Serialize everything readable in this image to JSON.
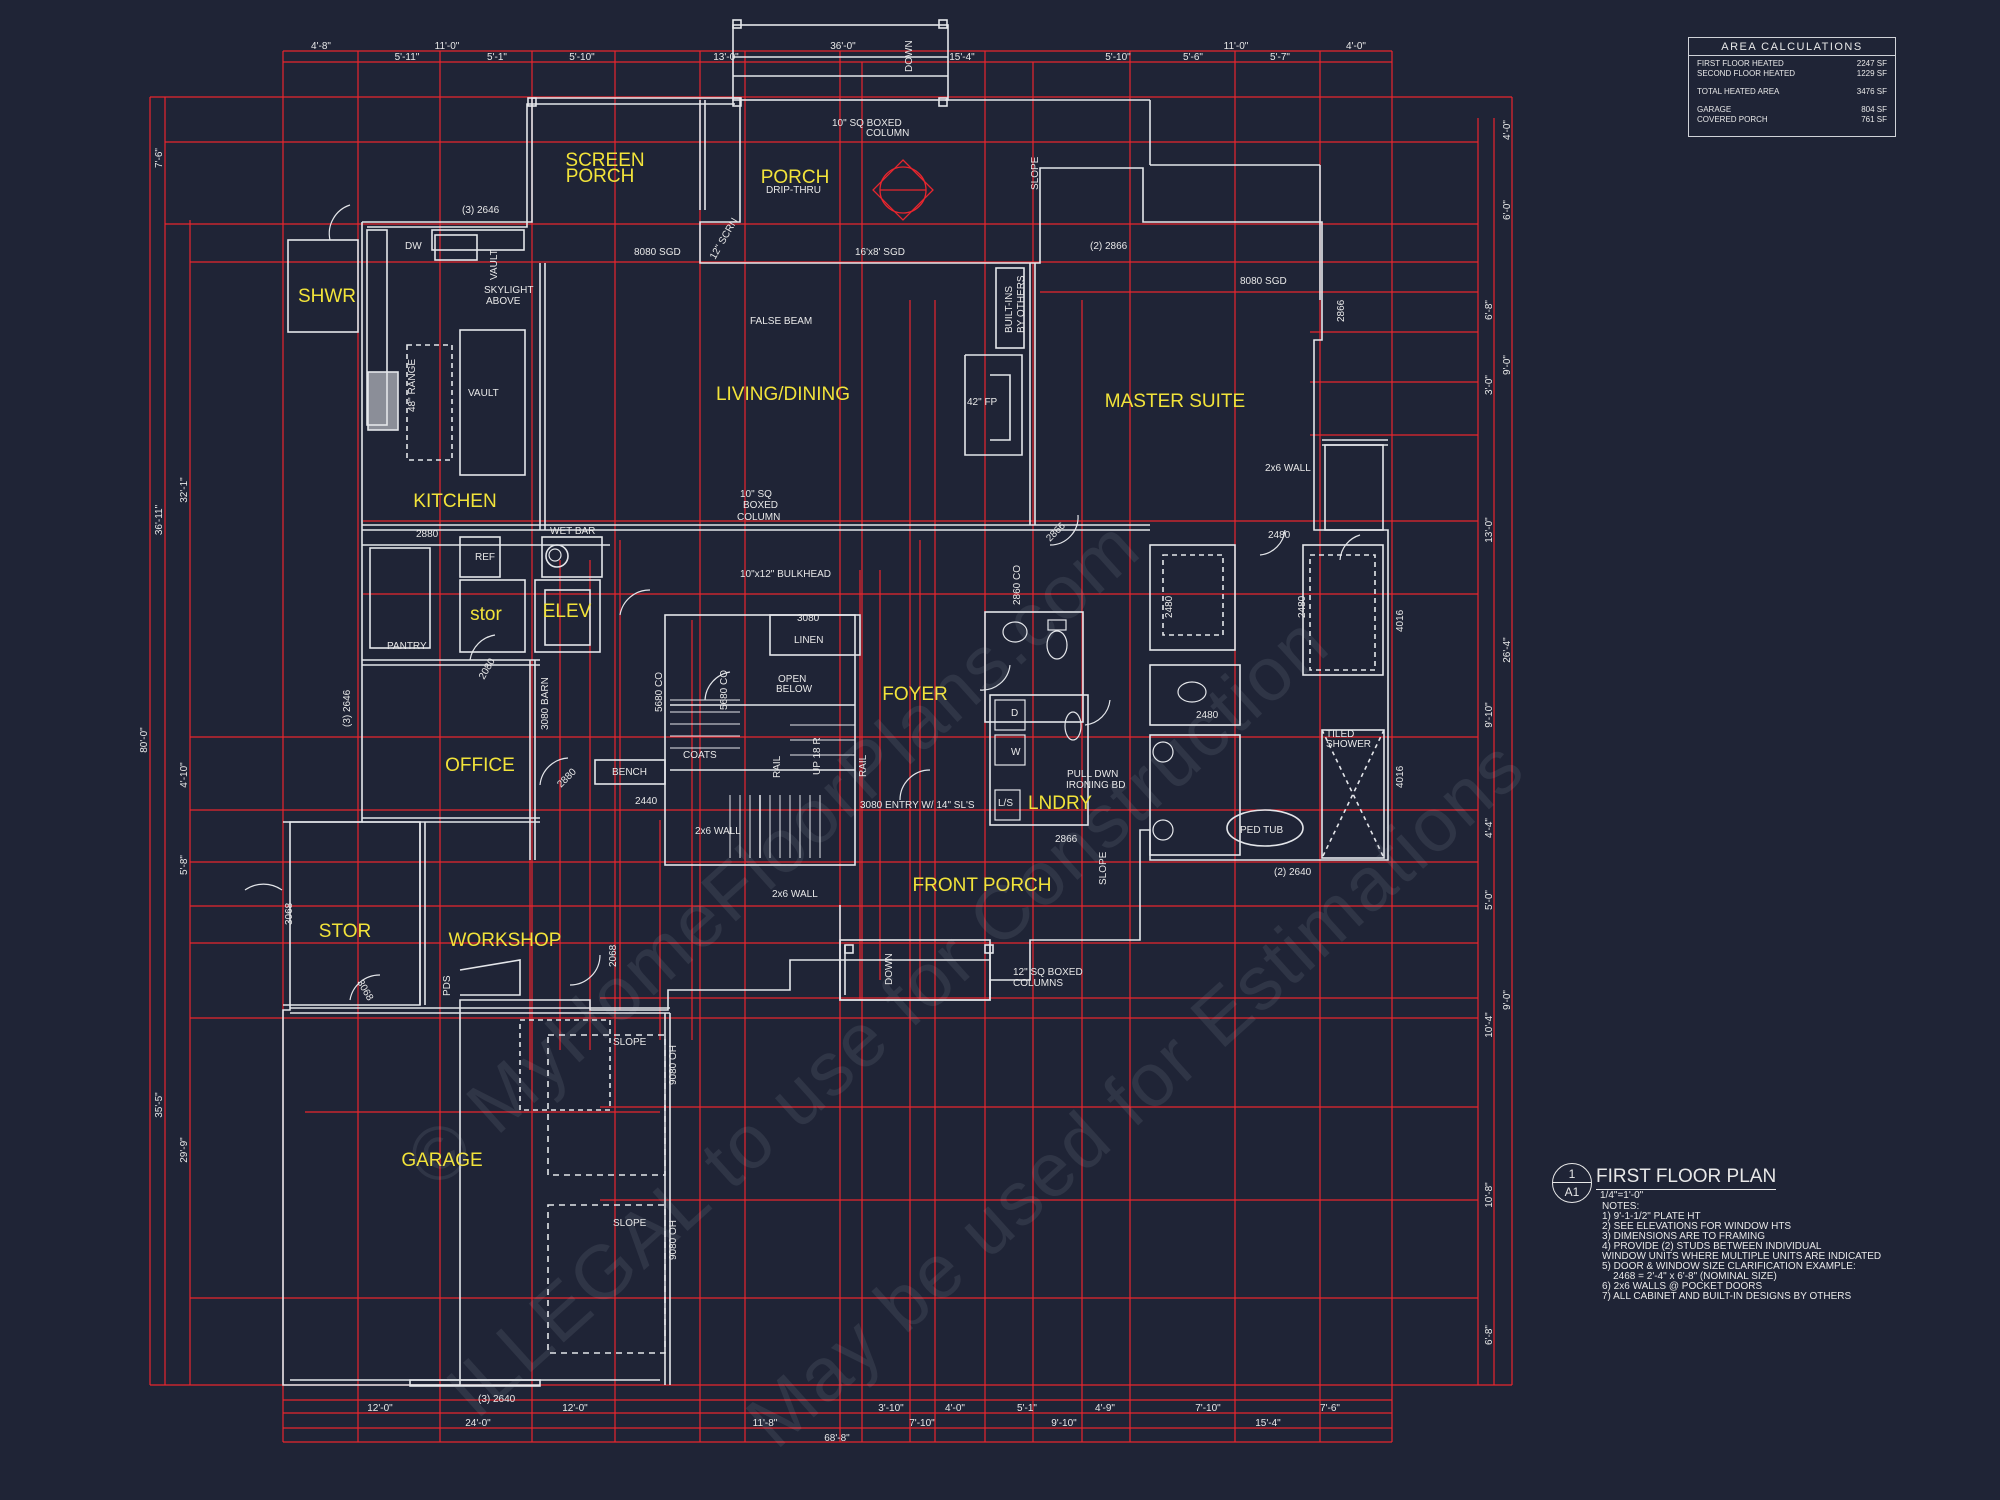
{
  "drawing": {
    "sheet_title": "FIRST FLOOR PLAN",
    "detail_number": "1",
    "sheet_number": "A1",
    "scale": "1/4\"=1'-0\"",
    "notes_heading": "NOTES:",
    "notes": [
      "1) 9'-1-1/2\" PLATE HT",
      "2) SEE ELEVATIONS FOR WINDOW HTS",
      "3) DIMENSIONS ARE TO FRAMING",
      "4) PROVIDE (2) STUDS BETWEEN INDIVIDUAL",
      "WINDOW UNITS WHERE MULTIPLE UNITS ARE INDICATED",
      "5) DOOR & WINDOW SIZE CLARIFICATION EXAMPLE:",
      "    2468 = 2'-4\" x 6'-8\" (NOMINAL SIZE)",
      "6) 2x6 WALLS @ POCKET DOORS",
      "7) ALL CABINET AND BUILT-IN DESIGNS BY OTHERS"
    ]
  },
  "area_calculations": {
    "title": "AREA CALCULATIONS",
    "rows": [
      {
        "label": "FIRST FLOOR HEATED",
        "value": "2247 SF"
      },
      {
        "label": "SECOND FLOOR HEATED",
        "value": "1229 SF"
      },
      {
        "label": "TOTAL HEATED AREA",
        "value": "3476 SF"
      },
      {
        "label": "GARAGE",
        "value": "804 SF"
      },
      {
        "label": "COVERED PORCH",
        "value": "761 SF"
      }
    ]
  },
  "rooms": {
    "screen_porch_1": "SCREEN",
    "screen_porch_2": "PORCH",
    "porch": "PORCH",
    "shwr": "SHWR",
    "living_dining": "LIVING/DINING",
    "master_suite": "MASTER SUITE",
    "kitchen": "KITCHEN",
    "stor_small": "stor",
    "elev": "ELEV",
    "foyer": "FOYER",
    "office": "OFFICE",
    "lndry": "LNDRY",
    "front_porch": "FRONT PORCH",
    "stor": "STOR",
    "workshop": "WORKSHOP",
    "garage": "GARAGE"
  },
  "labels": {
    "drip_thru": "DRIP-THRU",
    "col_porch_1": "10\" SQ BOXED",
    "col_porch_2": "COLUMN",
    "slope": "SLOPE",
    "win_2646": "(3) 2646",
    "dw": "DW",
    "vault": "VAULT",
    "skylight_1": "SKYLIGHT",
    "skylight_2": "ABOVE",
    "sgd_8080": "8080 SGD",
    "scrn_12": "12\" SCRN",
    "sgd_16": "16'x8' SGD",
    "win_2866": "(2) 2866",
    "sgd_8080_b": "8080 SGD",
    "false_beam": "FALSE BEAM",
    "built_ins_1": "BUILT-INS",
    "built_ins_2": "BY OTHERS",
    "fp": "42\" FP",
    "range": "48\" RANGE",
    "vault_b": "VAULT",
    "wall_2x6": "2x6 WALL",
    "w2866": "2866",
    "d2880": "2880",
    "wet_bar": "WET BAR",
    "col_liv_1": "10\" SQ",
    "col_liv_2": "BOXED",
    "col_liv_3": "COLUMN",
    "ref": "REF",
    "bulkhead": "10\"x12\" BULKHEAD",
    "d2480": "2480",
    "pantry": "PANTRY",
    "d3080": "3080",
    "linen": "LINEN",
    "open_1": "OPEN",
    "open_2": "BELOW",
    "co_5680": "5680 CO",
    "co_5680b": "5680 CO",
    "co_2860": "2860 CO",
    "d3080_barn": "3080 BARN",
    "coats": "COATS",
    "bench": "BENCH",
    "d2440": "2440",
    "rail": "RAIL",
    "up": "UP 18 R",
    "entry": "3080 ENTRY W/ 14\" SL'S",
    "wall_2x6b": "2x6 WALL",
    "iron_1": "PULL DWN",
    "iron_2": "IRONING BD",
    "ls": "L/S",
    "d_label": "D",
    "w_label": "W",
    "tiled_1": "TILED",
    "tiled_2": "SHOWER",
    "w4016": "4016",
    "ped_tub": "PED TUB",
    "win_2640": "(2) 2640",
    "down": "DOWN",
    "down_b": "DOWN",
    "col_front_1": "12\" SQ BOXED",
    "col_front_2": "COLUMNS",
    "d3068": "3068",
    "d3068b": "3068",
    "pds": "PDS",
    "oh_9080": "9080 OH",
    "win_2640_g": "(3) 2640",
    "d2068": "2068",
    "d2080": "2080",
    "d2880b": "2880"
  },
  "dimensions": {
    "top": [
      "4'-8\"",
      "11'-0\"",
      "5'-11\"",
      "5'-1\"",
      "5'-10\"",
      "13'-0\"",
      "36'-0\"",
      "15'-4\"",
      "5'-10\"",
      "5'-6\"",
      "11'-0\"",
      "5'-7\"",
      "4'-0\""
    ],
    "bottom": [
      "12'-0\"",
      "12'-0\"",
      "24'-0\"",
      "11'-8\"",
      "3'-10\"",
      "7'-10\"",
      "4'-0\"",
      "5'-1\"",
      "9'-10\"",
      "4'-9\"",
      "7'-10\"",
      "15'-4\"",
      "7'-6\"",
      "68'-8\""
    ],
    "left": [
      "7'-6\"",
      "36'-11\"",
      "32'-1\"",
      "80'-0\"",
      "4'-10\"",
      "5'-8\"",
      "29'-9\"",
      "35'-5\""
    ],
    "right": [
      "4'-0\"",
      "6'-0\"",
      "9'-0\"",
      "6'-8\"",
      "3'-0\"",
      "13'-0\"",
      "26'-4\"",
      "9'-10\"",
      "4'-4\"",
      "5'-0\"",
      "10'-4\"",
      "10'-8\"",
      "6'-8\"",
      "9'-0\""
    ]
  },
  "watermark": [
    "© MyHomeFloorPlans.com",
    "ILLEGAL to use for Construction",
    "May be used for Estimations"
  ]
}
